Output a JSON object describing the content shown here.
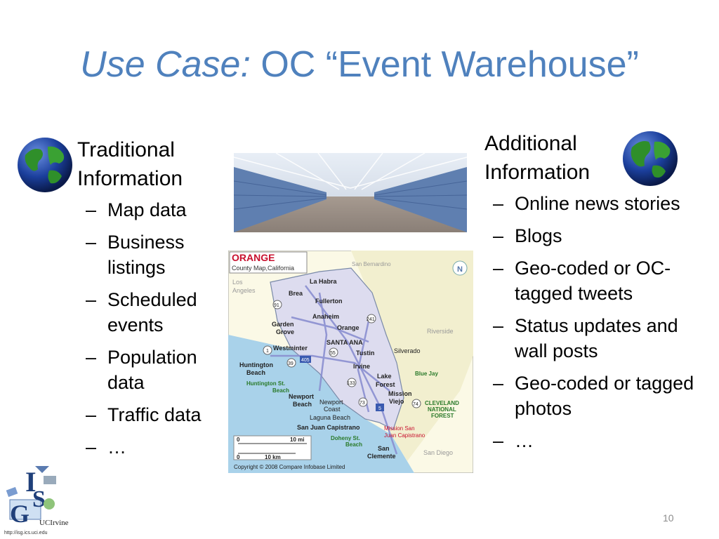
{
  "title": {
    "italic": "Use Case:",
    "rest": " OC “Event Warehouse”"
  },
  "left": {
    "heading_line1": "Traditional",
    "heading_line2": "Information",
    "items": [
      "Map data",
      "Business listings",
      "Scheduled events",
      "Population data",
      "Traffic data",
      "…"
    ]
  },
  "right": {
    "heading_line1": "Additional",
    "heading_line2": "Information",
    "items": [
      "Online news stories",
      "Blogs",
      "Geo-coded or OC-tagged tweets",
      "Status updates and wall posts",
      "Geo-coded or tagged photos",
      "…"
    ]
  },
  "bullet_char": "–",
  "map": {
    "title": "ORANGE",
    "subtitle": "County Map,California",
    "copyright": "Copyright © 2008 Compare Infobase Limited",
    "scale_mi_zero": "0",
    "scale_mi": "10 mi",
    "scale_km_zero": "0",
    "scale_km": "10 km",
    "labels": {
      "los": "Los",
      "angeles": "Angeles",
      "san_bernardino": "San Bernardino",
      "riverside": "Riverside",
      "la_habra": "La Habra",
      "brea": "Brea",
      "fullerton": "Fullerton",
      "anaheim": "Anaheim",
      "orange": "Orange",
      "garden": "Garden",
      "grove": "Grove",
      "santa_ana": "SANTA ANA",
      "tustin": "Tustin",
      "westminter": "Westminter",
      "silverado": "Silverado",
      "irvine": "Irvine",
      "huntington": "Huntington",
      "beach": "Beach",
      "huntington_st": "Huntington St.",
      "huntington_st_beach": "Beach",
      "lake": "Lake",
      "forest": "Forest",
      "blue_jay": "Blue Jay",
      "newport": "Newport",
      "newport_beach": "Beach",
      "newport_coast1": "Newport",
      "newport_coast2": "Coast",
      "laguna_beach": "Laguna Beach",
      "mission": "Mission",
      "viejo": "Viejo",
      "cleveland": "CLEVELAND",
      "national": "NATIONAL",
      "cforest": "FOREST",
      "san_juan": "San Juan Capistrano",
      "mission_san": "Mission San",
      "juan_capistrano": "Juan Capistrano",
      "doheny": "Doheny St.",
      "doheny_beach": "Beach",
      "san": "San",
      "clemente": "Clemente",
      "san_diego": "San Diego",
      "r91": "91",
      "r241": "241",
      "r55": "55",
      "r405": "405",
      "r39": "39",
      "r133": "133",
      "r73": "73",
      "r74": "74",
      "r5": "5",
      "r1": "1"
    }
  },
  "logo": {
    "caption": "UCIrvine",
    "url": "http://isg.ics.uci.edu"
  },
  "page_number": "10",
  "colors": {
    "title": "#4f81bd",
    "map_ocean": "#a9d2ea",
    "map_county": "#dddcef",
    "map_land": "#f2efcf",
    "map_title_red": "#c8102e",
    "globe_ocean": "#1b3f9c",
    "globe_land": "#2f8f2a"
  }
}
